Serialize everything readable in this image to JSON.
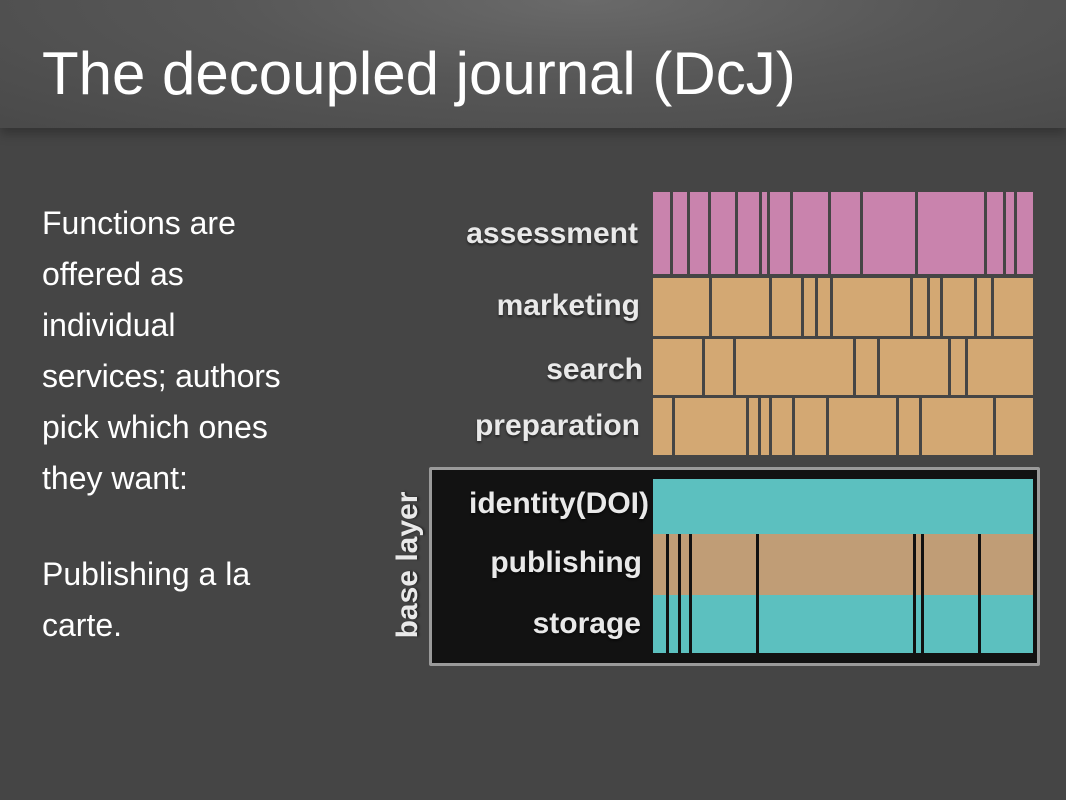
{
  "slide": {
    "title": "The decoupled journal (DcJ)",
    "paragraph1": [
      "Functions are",
      "offered as",
      "individual",
      "services; authors",
      "pick which ones",
      "they want:"
    ],
    "paragraph2": [
      "Publishing a la",
      "carte."
    ]
  },
  "diagram": {
    "base_layer_label": "base layer",
    "colors": {
      "assessment": "#c983ad",
      "service": "#d3a873",
      "identity": "#5cc0bf",
      "publishing": "#c09d76",
      "storage": "#5cc0bf",
      "separator": "#454545",
      "base_background": "#121212",
      "base_border": "#9a9a9a"
    },
    "layers": [
      {
        "id": "assessment",
        "label": "assessment",
        "boundaries": [
          0.045,
          0.09,
          0.145,
          0.215,
          0.28,
          0.3,
          0.36,
          0.46,
          0.545,
          0.69,
          0.87,
          0.92,
          0.95
        ]
      },
      {
        "id": "marketing",
        "label": "marketing",
        "boundaries": [
          0.148,
          0.305,
          0.39,
          0.425,
          0.465,
          0.675,
          0.72,
          0.755,
          0.845,
          0.89
        ]
      },
      {
        "id": "search",
        "label": "search",
        "boundaries": [
          0.13,
          0.21,
          0.525,
          0.59,
          0.775,
          0.82
        ]
      },
      {
        "id": "preparation",
        "label": "preparation",
        "boundaries": [
          0.05,
          0.245,
          0.275,
          0.305,
          0.365,
          0.455,
          0.64,
          0.7,
          0.895
        ]
      }
    ],
    "base": {
      "identity": {
        "label": "identity(DOI)"
      },
      "publishing": {
        "label": "publishing"
      },
      "storage": {
        "label": "storage"
      },
      "boundaries": [
        0.035,
        0.065,
        0.095,
        0.27,
        0.685,
        0.705,
        0.855
      ]
    }
  }
}
